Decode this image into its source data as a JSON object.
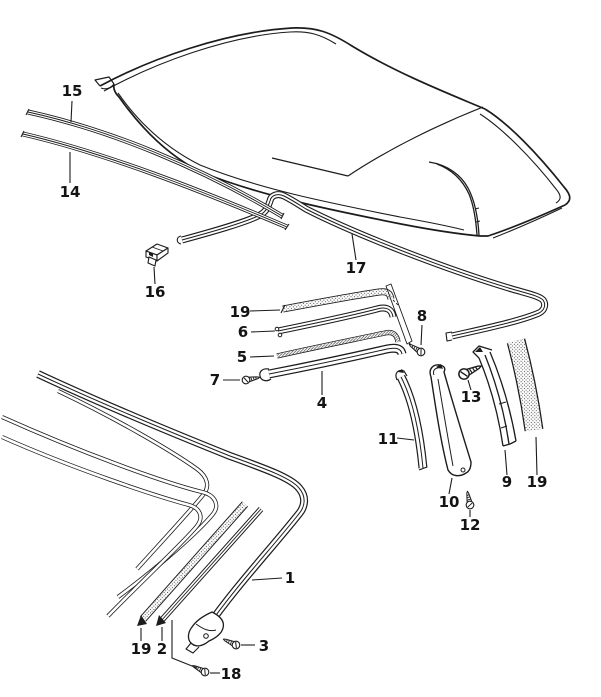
{
  "page": {
    "background_color": "#ffffff",
    "line_color": "#1c1c1c"
  },
  "diagram": {
    "type": "exploded-parts-diagram",
    "subject": "convertible-soft-top-assembly",
    "callouts": [
      {
        "number": "15"
      },
      {
        "number": "14"
      },
      {
        "number": "16"
      },
      {
        "number": "17"
      },
      {
        "number": "19"
      },
      {
        "number": "6"
      },
      {
        "number": "5"
      },
      {
        "number": "7"
      },
      {
        "number": "4"
      },
      {
        "number": "8"
      },
      {
        "number": "13"
      },
      {
        "number": "11"
      },
      {
        "number": "10"
      },
      {
        "number": "12"
      },
      {
        "number": "9"
      },
      {
        "number": "19"
      },
      {
        "number": "1"
      },
      {
        "number": "19"
      },
      {
        "number": "2"
      },
      {
        "number": "3"
      },
      {
        "number": "18"
      }
    ]
  }
}
